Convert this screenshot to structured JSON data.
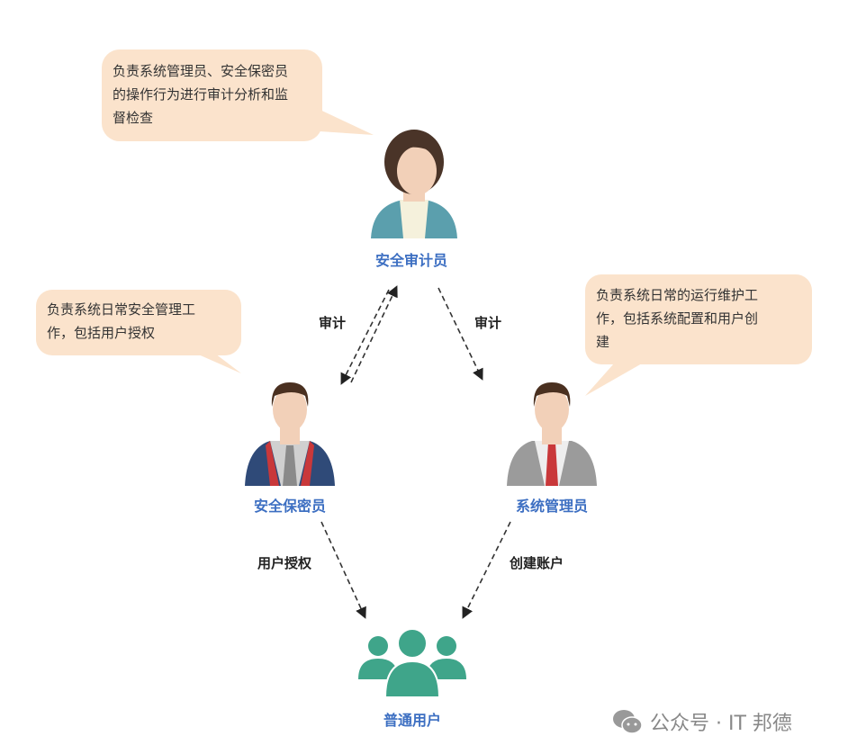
{
  "bubbles": {
    "auditor": [
      "负责系统管理员、安全保密员",
      "的操作行为进行审计分析和监",
      "督检查"
    ],
    "security": [
      "负责系统日常安全管理工",
      "作，包括用户授权"
    ],
    "sysadmin": [
      "负责系统日常的运行维护工",
      "作，包括系统配置和用户创",
      "建"
    ]
  },
  "roles": {
    "auditor": "安全审计员",
    "security": "安全保密员",
    "sysadmin": "系统管理员",
    "users": "普通用户"
  },
  "edges": {
    "audit_left": "审计",
    "audit_right": "审计",
    "authorize": "用户授权",
    "create_account": "创建账户"
  },
  "watermark": "公众号 · IT 邦德",
  "colors": {
    "bubble": "#fbe3cc",
    "label": "#3d6fc2",
    "users": "#3fa58a"
  }
}
